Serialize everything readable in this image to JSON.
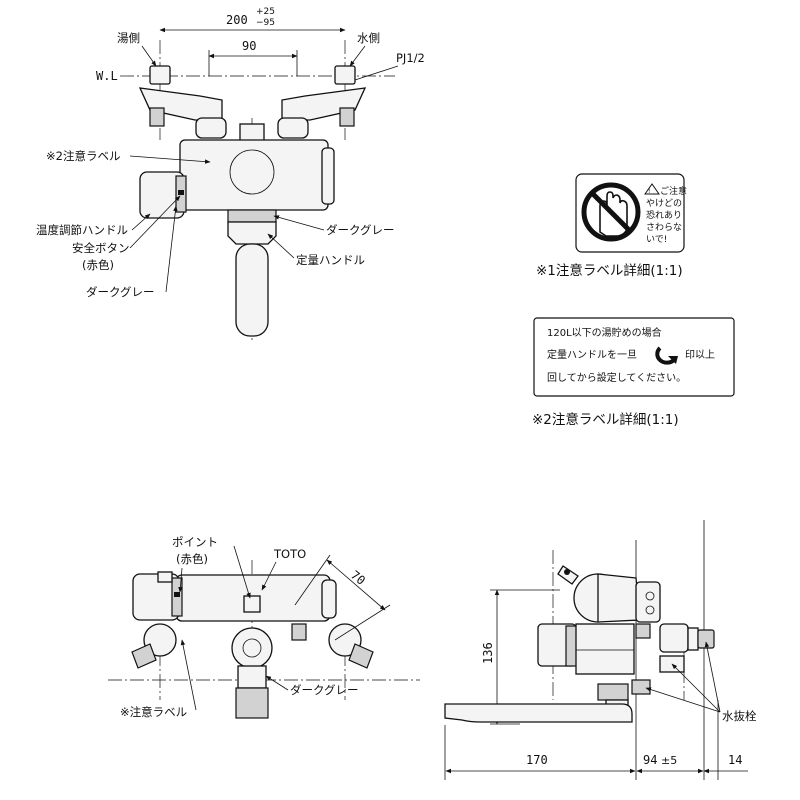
{
  "top_view": {
    "dim_overall": "200",
    "tol_plus": "+25",
    "tol_minus": "−95",
    "dim_inner": "90",
    "hot_side": "湯側",
    "cold_side": "水側",
    "wl": "W.L",
    "pipe_thread": "PJ1/2",
    "caution_label_2": "※2注意ラベル",
    "temp_handle": "温度調節ハンドル",
    "safety_button": "安全ボタン",
    "red_color": "(赤色)",
    "dark_gray_1": "ダークグレー",
    "dark_gray_2": "ダークグレー",
    "fixed_volume_handle": "定量ハンドル"
  },
  "label1_detail": {
    "lines": [
      "ご注意",
      "やけどの",
      "恐れあり",
      "さわらな",
      "いで!"
    ],
    "caption": "※1注意ラベル詳細(1:1)",
    "icon": "no-touch-hand-icon"
  },
  "label2_detail": {
    "line1": "120L以下の湯貯めの場合",
    "line2a": "定量ハンドルを一旦",
    "line2b": "印以上",
    "line3": "回してから設定してください。",
    "caption": "※2注意ラベル詳細(1:1)",
    "icon": "rotate-arrow-icon"
  },
  "front_view": {
    "point": "ポイント",
    "red_color": "(赤色)",
    "toto": "TOTO",
    "dim_depth": "70",
    "caution_label": "※注意ラベル",
    "dark_gray": "ダークグレー"
  },
  "side_view": {
    "dim_height": "136",
    "dim_spout": "170",
    "dim_offset": "94",
    "dim_offset_tol": "±5",
    "dim_end": "14",
    "drain_plug": "水抜栓"
  },
  "colors": {
    "line": "#111111",
    "body_fill": "#f4f4f4",
    "dark_gray_fill": "#d2d2d2"
  }
}
